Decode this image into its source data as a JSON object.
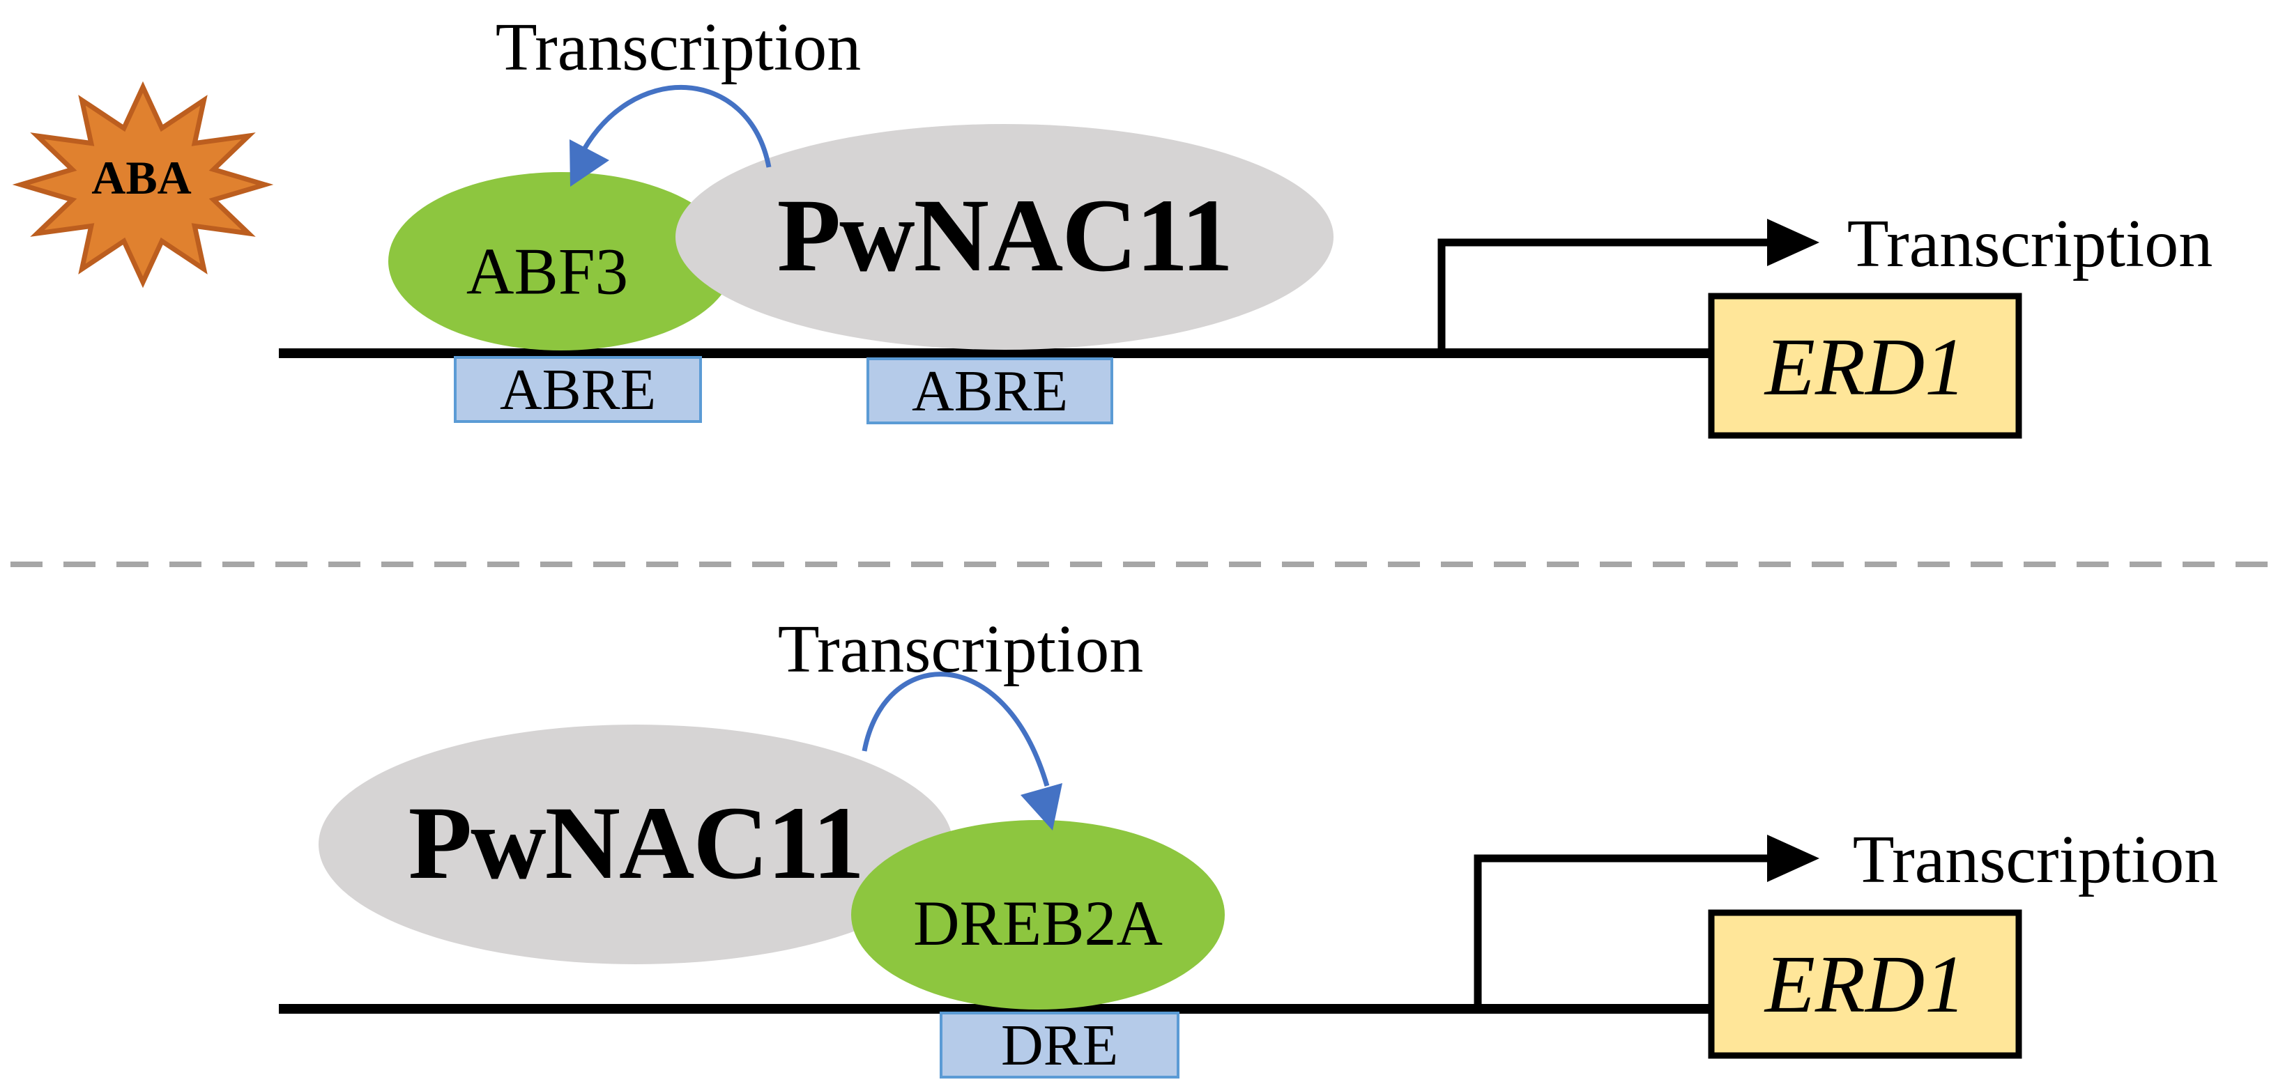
{
  "top_panel": {
    "stimulus_label": "ABA",
    "loop_label": "Transcription",
    "activator_label": "ABF3",
    "tf_label": "PwNAC11",
    "cis_element_1": "ABRE",
    "cis_element_2": "ABRE",
    "output_label": "Transcription",
    "gene_label": "ERD1"
  },
  "bottom_panel": {
    "tf_label": "PwNAC11",
    "loop_label": "Transcription",
    "activator_label": "DREB2A",
    "cis_element_1": "DRE",
    "output_label": "Transcription",
    "gene_label": "ERD1"
  },
  "colors": {
    "stimulus-fill": "#E0812F",
    "stimulus-border": "#BC5E1F",
    "activator-fill": "#8DC63F",
    "tf-fill": "#D6D4D4",
    "cis-fill": "#B5CBE9",
    "cis-border": "#5B9BD5",
    "gene-fill": "#FFE699",
    "arrow-blue": "#4472C4",
    "ink": "#000000",
    "divider": "#A6A6A6"
  }
}
